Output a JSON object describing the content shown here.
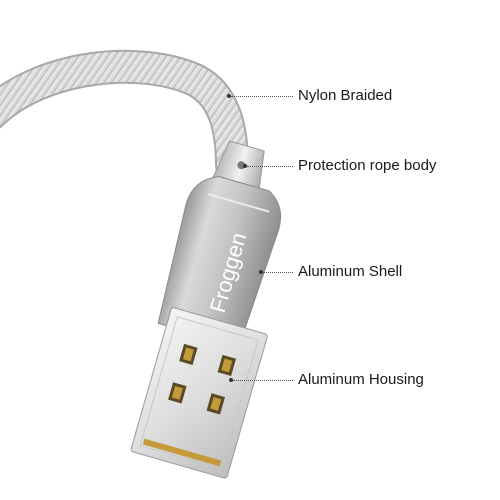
{
  "brand": {
    "name": "Froggen"
  },
  "callouts": [
    {
      "id": "nylon-braided",
      "text": "Nylon Braided"
    },
    {
      "id": "protection-rope-body",
      "text": "Protection rope body"
    },
    {
      "id": "aluminum-shell",
      "text": "Aluminum Shell"
    },
    {
      "id": "aluminum-housing",
      "text": "Aluminum Housing"
    }
  ],
  "colors": {
    "background": "#ffffff",
    "cable_braid": "#d6d6d6",
    "shell": "#c9c9c9",
    "contacts": "#c49a3a"
  }
}
